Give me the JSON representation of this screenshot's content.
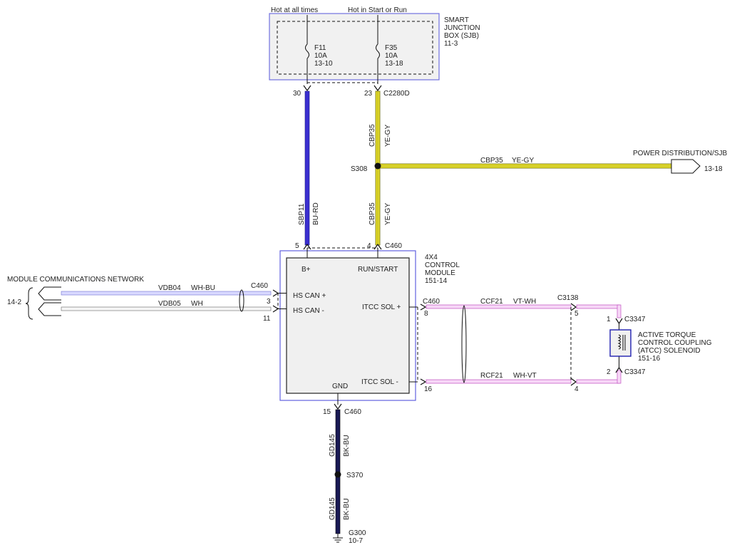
{
  "sjb": {
    "hot_always": "Hot at all times",
    "hot_start_run": "Hot in Start or Run",
    "title_line1": "SMART",
    "title_line2": "JUNCTION",
    "title_line3": "BOX (SJB)",
    "ref": "11-3",
    "fuse1": {
      "name": "F11",
      "rating": "10A",
      "ref": "13-10"
    },
    "fuse2": {
      "name": "F35",
      "rating": "10A",
      "ref": "13-18"
    },
    "pin_left": "30",
    "pin_right": "23",
    "connector": "C2280D"
  },
  "wires": {
    "upper_circuit": "CBP35",
    "upper_color": "YE-GY",
    "splice_s308": "S308",
    "pd_circuit": "CBP35",
    "pd_color": "YE-GY",
    "pd_dest": "POWER DISTRIBUTION/SJB",
    "pd_ref": "13-18",
    "lower_circuit": "CBP35",
    "lower_color": "YE-GY",
    "sbp_circuit": "SBP11",
    "sbp_color": "BU-RD",
    "vdb04": "VDB04",
    "vdb04_color": "WH-BU",
    "vdb05": "VDB05",
    "vdb05_color": "WH",
    "ccf21": "CCF21",
    "ccf21_color": "VT-WH",
    "rcf21": "RCF21",
    "rcf21_color": "WH-VT",
    "gd_upper": "GD145",
    "gd_upper_color": "BK-BU",
    "splice_s370": "S370",
    "gd_lower": "GD145",
    "gd_lower_color": "BK-BU"
  },
  "module": {
    "title_line1": "4X4",
    "title_line2": "CONTROL",
    "title_line3": "MODULE",
    "ref": "151-14",
    "pin_bplus": "B+",
    "pin_run": "RUN/START",
    "pin_hscan_plus": "HS CAN +",
    "pin_hscan_minus": "HS CAN -",
    "pin_itcc_plus": "ITCC SOL +",
    "pin_itcc_minus": "ITCC SOL -",
    "pin_gnd": "GND",
    "num_5": "5",
    "num_4": "4",
    "conn_top": "C460",
    "conn_left": "C460",
    "num_3": "3",
    "num_11": "11",
    "conn_right": "C460",
    "num_8": "8",
    "num_16": "16",
    "num_15": "15",
    "conn_bottom": "C460"
  },
  "network": {
    "title": "MODULE COMMUNICATIONS NETWORK",
    "ref": "14-2"
  },
  "c3138": {
    "name": "C3138",
    "pin_5": "5",
    "pin_4": "4"
  },
  "atcc": {
    "line1": "ACTIVE TORQUE",
    "line2": "CONTROL COUPLING",
    "line3": "(ATCC) SOLENOID",
    "ref": "151-16",
    "pin_1": "1",
    "pin_2": "2",
    "conn_1": "C3347",
    "conn_2": "C3347"
  },
  "ground": {
    "name": "G300",
    "ref": "10-7"
  },
  "colors": {
    "blue_wire": "#3a2fd0",
    "yellow_wire": "#e8e02a",
    "navy_wire": "#1a1a55",
    "pink_wire": "#e070e0",
    "light_blue_wire": "#a8a8f0",
    "box_border": "#6060e0"
  }
}
